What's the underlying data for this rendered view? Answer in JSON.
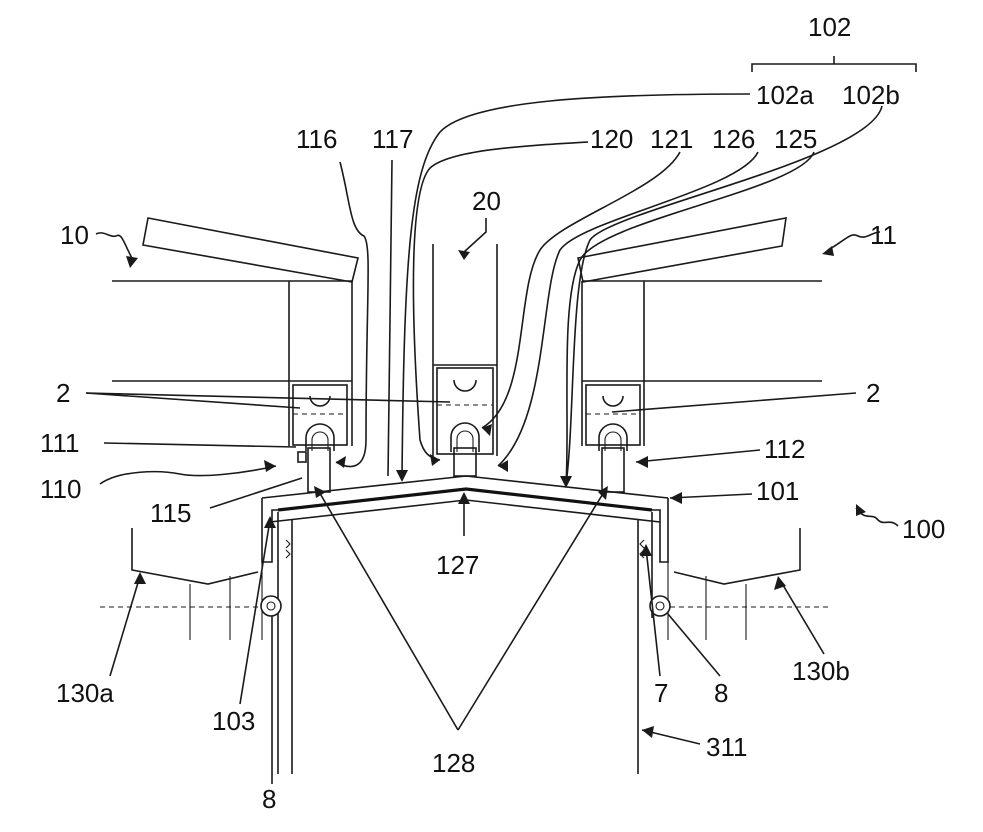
{
  "labels": {
    "l102": "102",
    "l102a": "102a",
    "l102b": "102b",
    "l116": "116",
    "l117": "117",
    "l120": "120",
    "l121": "121",
    "l126": "126",
    "l125": "125",
    "l20": "20",
    "l10": "10",
    "l11": "11",
    "l2_left": "2",
    "l2_right": "2",
    "l111": "111",
    "l112": "112",
    "l110": "110",
    "l115": "115",
    "l101": "101",
    "l100": "100",
    "l127": "127",
    "l130a": "130a",
    "l130b": "130b",
    "l103": "103",
    "l7": "7",
    "l8_right": "8",
    "l8_bottom": "8",
    "l128": "128",
    "l311": "311"
  },
  "colors": {
    "line": "#1a1a1a",
    "background": "#ffffff"
  }
}
